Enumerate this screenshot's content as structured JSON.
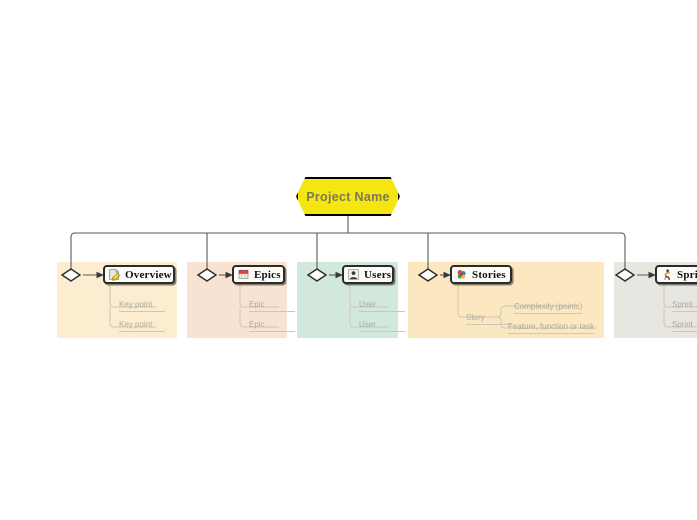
{
  "diagram": {
    "root": {
      "label": "Project Name",
      "fill": "#f5e612",
      "text_color": "#7a7a55"
    },
    "branches": [
      {
        "id": "overview",
        "label": "Overview",
        "icon": "memo-icon",
        "panel_color": "#fcecd0",
        "sub_items": [
          "Key point",
          "Key point"
        ]
      },
      {
        "id": "epics",
        "label": "Epics",
        "icon": "calendar-red-icon",
        "panel_color": "#f8e3d3",
        "sub_items": [
          "Epic",
          "Epic"
        ]
      },
      {
        "id": "users",
        "label": "Users",
        "icon": "person-bust-icon",
        "panel_color": "#d3e8dc",
        "sub_items": [
          "User",
          "User"
        ]
      },
      {
        "id": "stories",
        "label": "Stories",
        "icon": "pinwheel-icon",
        "panel_color": "#fce8c0",
        "sub_items": [
          "Story"
        ],
        "leaf_items": [
          "Complexity (points)",
          "Feature, function or task"
        ]
      },
      {
        "id": "sprints",
        "label": "Sprint",
        "icon": "runner-icon",
        "panel_color": "#e8e6e1",
        "sub_items": [
          "Sprint",
          "Sprint"
        ]
      }
    ]
  }
}
